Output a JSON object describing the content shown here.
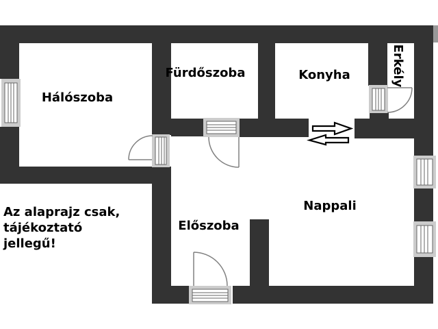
{
  "plan": {
    "rooms": {
      "haloszoba": "Hálószoba",
      "furdoszoba": "Fürdőszoba",
      "konyha": "Konyha",
      "erkely": "Erkély",
      "nappali": "Nappali",
      "eloszoba": "Előszoba"
    },
    "disclaimer": [
      "Az alaprajz csak,",
      "tájékoztató",
      "jellegű!"
    ],
    "icons": {
      "arrow_right": "arrow-right-icon",
      "arrow_left": "arrow-left-icon"
    },
    "colors": {
      "wall": "#333333",
      "window_frame": "#cccccc",
      "window_glass": "#ffffff",
      "window_line": "#666666",
      "door_line": "#808080",
      "text": "#000000",
      "background": "#ffffff"
    }
  }
}
